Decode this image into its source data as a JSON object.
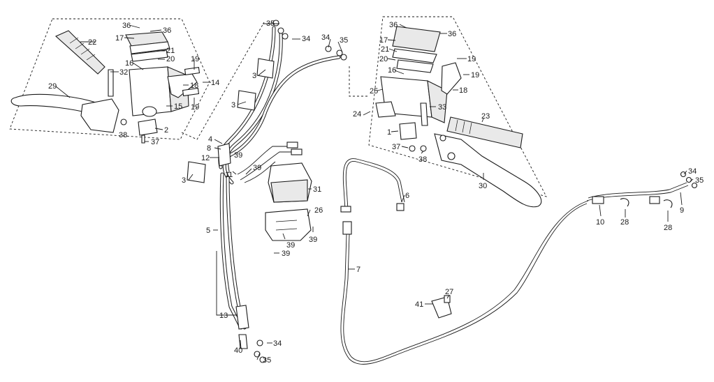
{
  "diagram": {
    "callouts": [
      {
        "id": "c36a",
        "text": "36"
      },
      {
        "id": "c36b",
        "text": "36"
      },
      {
        "id": "c17a",
        "text": "17"
      },
      {
        "id": "c22",
        "text": "22"
      },
      {
        "id": "c21a",
        "text": "21"
      },
      {
        "id": "c20a",
        "text": "20"
      },
      {
        "id": "c19a",
        "text": "19"
      },
      {
        "id": "c16a",
        "text": "16"
      },
      {
        "id": "c32",
        "text": "32"
      },
      {
        "id": "c14",
        "text": "14"
      },
      {
        "id": "c18a",
        "text": "18"
      },
      {
        "id": "c29",
        "text": "29"
      },
      {
        "id": "c15",
        "text": "15"
      },
      {
        "id": "c19b",
        "text": "19"
      },
      {
        "id": "c2",
        "text": "2"
      },
      {
        "id": "c38a",
        "text": "38"
      },
      {
        "id": "c37a",
        "text": "37"
      },
      {
        "id": "c35a",
        "text": "35"
      },
      {
        "id": "c34a",
        "text": "34"
      },
      {
        "id": "c34b",
        "text": "34"
      },
      {
        "id": "c35b",
        "text": "35"
      },
      {
        "id": "c3a",
        "text": "3"
      },
      {
        "id": "c3b",
        "text": "3"
      },
      {
        "id": "c3c",
        "text": "3"
      },
      {
        "id": "c4",
        "text": "4"
      },
      {
        "id": "c8",
        "text": "8"
      },
      {
        "id": "c12",
        "text": "12"
      },
      {
        "id": "c39a",
        "text": "39"
      },
      {
        "id": "c11",
        "text": "11"
      },
      {
        "id": "c39b",
        "text": "39"
      },
      {
        "id": "c31",
        "text": "31"
      },
      {
        "id": "c26",
        "text": "26"
      },
      {
        "id": "c5",
        "text": "5"
      },
      {
        "id": "c39c",
        "text": "39"
      },
      {
        "id": "c39d",
        "text": "39"
      },
      {
        "id": "c39e",
        "text": "39"
      },
      {
        "id": "c13",
        "text": "13"
      },
      {
        "id": "c40",
        "text": "40"
      },
      {
        "id": "c34c",
        "text": "34"
      },
      {
        "id": "c35c",
        "text": "35"
      },
      {
        "id": "c36c",
        "text": "36"
      },
      {
        "id": "c36d",
        "text": "36"
      },
      {
        "id": "c17b",
        "text": "17"
      },
      {
        "id": "c21b",
        "text": "21"
      },
      {
        "id": "c20b",
        "text": "20"
      },
      {
        "id": "c19c",
        "text": "19"
      },
      {
        "id": "c16b",
        "text": "16"
      },
      {
        "id": "c19d",
        "text": "19"
      },
      {
        "id": "c25",
        "text": "25"
      },
      {
        "id": "c18b",
        "text": "18"
      },
      {
        "id": "c33",
        "text": "33"
      },
      {
        "id": "c24",
        "text": "24"
      },
      {
        "id": "c23",
        "text": "23"
      },
      {
        "id": "c1",
        "text": "1"
      },
      {
        "id": "c37b",
        "text": "37"
      },
      {
        "id": "c38b",
        "text": "38"
      },
      {
        "id": "c30",
        "text": "30"
      },
      {
        "id": "c6",
        "text": "6"
      },
      {
        "id": "c7",
        "text": "7"
      },
      {
        "id": "c27",
        "text": "27"
      },
      {
        "id": "c41",
        "text": "41"
      },
      {
        "id": "c10",
        "text": "10"
      },
      {
        "id": "c28a",
        "text": "28"
      },
      {
        "id": "c28b",
        "text": "28"
      },
      {
        "id": "c9",
        "text": "9"
      },
      {
        "id": "c34d",
        "text": "34"
      },
      {
        "id": "c35d",
        "text": "35"
      }
    ]
  }
}
